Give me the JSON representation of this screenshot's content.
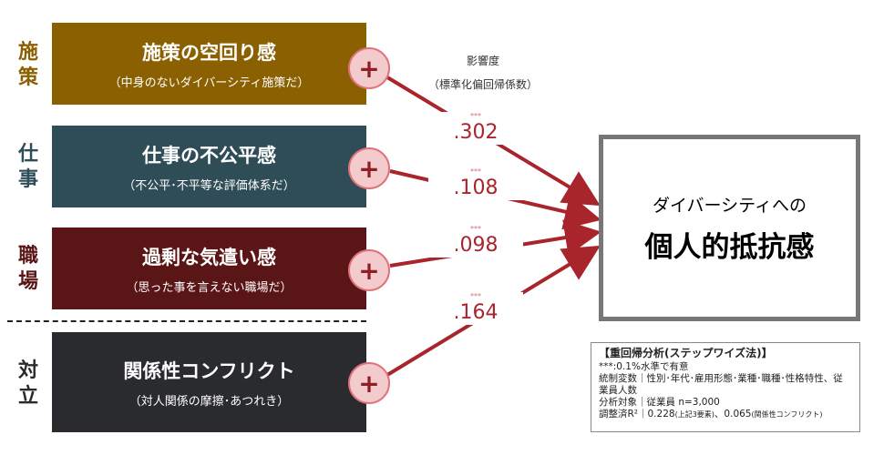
{
  "header": {
    "title": "影響度",
    "subtitle": "（標準化偏回帰係数）"
  },
  "groups": [
    {
      "side": "施策",
      "title": "施策の空回り感",
      "sub": "（中身のないダイバーシティ施策だ）",
      "coef": ".302",
      "stars": "***",
      "color": "#8B6000",
      "side_color": "#8B6000"
    },
    {
      "side": "仕事",
      "title": "仕事の不公平感",
      "sub": "（不公平･不平等な評価体系だ）",
      "coef": ".108",
      "stars": "***",
      "color": "#2F4D57",
      "side_color": "#2F4D57"
    },
    {
      "side": "職場",
      "title": "過剰な気遣い感",
      "sub": "（思った事を言えない職場だ）",
      "coef": ".098",
      "stars": "***",
      "color": "#5A1516",
      "side_color": "#5A1516"
    },
    {
      "side": "対立",
      "title": "関係性コンフリクト",
      "sub": "（対人関係の摩擦･あつれき）",
      "coef": ".164",
      "stars": "***",
      "color": "#2A2B2F",
      "side_color": "#2A2B2F"
    }
  ],
  "plus": "+",
  "target": {
    "line1": "ダイバーシティへの",
    "line2": "個人的抵抗感"
  },
  "note": {
    "title": "【重回帰分析(ステップワイズ法)】",
    "l1": "***:0.1%水準で有意",
    "l2": "統制変数｜性別･年代･雇用形態･業種･職種･性格特性、従業員人数",
    "l3": "分析対象｜従業員 n=3,000",
    "l4a": "調整済R²｜0.228",
    "l4b": "(上記3要素)",
    "l4c": "、0.065",
    "l4d": "(関係性コンフリクト)"
  },
  "colors": {
    "arrow": "#A8262B"
  }
}
